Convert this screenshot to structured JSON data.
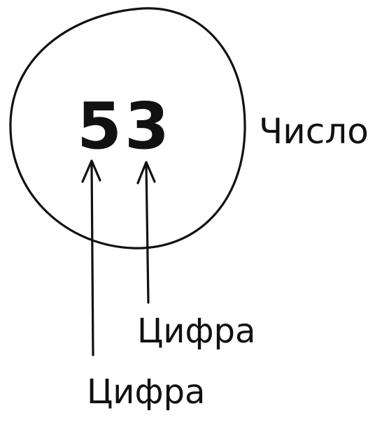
{
  "diagram": {
    "number": "53",
    "number_label": "Число",
    "digit_label_right": "Цифра",
    "digit_label_left": "Цифра"
  }
}
